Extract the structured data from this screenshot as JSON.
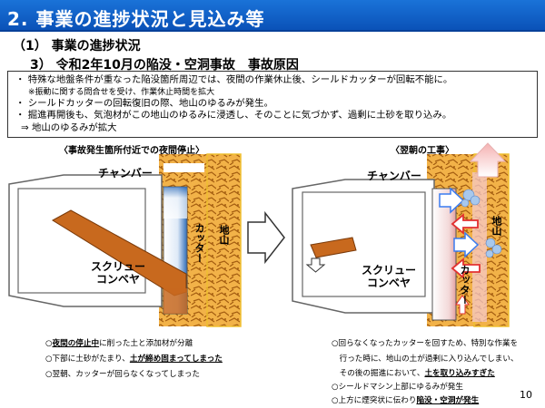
{
  "header": {
    "title": "2. 事業の進捗状況と見込み等"
  },
  "section": {
    "heading": "（1） 事業の進捗状況",
    "subheading": "3） 令和2年10月の陥没・空洞事故　事故原因"
  },
  "summary": {
    "line1": "・ 特殊な地盤条件が重なった陥没箇所周辺では、夜間の作業休止後、シールドカッターが回転不能に。",
    "line1_note": "※振動に関する問合せを受け、作業休止時間を拡大",
    "line2": "・ シールドカッターの回転復旧の際、地山のゆるみが発生。",
    "line3": "・ 掘進再開後も、気泡材がこの地山のゆるみに浸透し、そのことに気づかず、過剰に土砂を取り込み。",
    "line4": "⇒ 地山のゆるみが拡大"
  },
  "left_panel": {
    "caption": "〈事故発生箇所付近での夜間停止〉",
    "chamber": "チャンバー",
    "cutter": "カッター",
    "ground": "地山",
    "conveyor_line1": "スクリュー",
    "conveyor_line2": "コンベヤ",
    "notes": [
      {
        "pre": "○",
        "bold": "夜間の停止中",
        "post": "に削った土と添加材が分離",
        "bold2": "",
        "post2": ""
      },
      {
        "pre": "○下部に土砂がたまり、",
        "bold": "土が締め固まってしまった",
        "post": "",
        "bold2": "",
        "post2": ""
      },
      {
        "pre": "○翌朝、カッターが回らなくなってしまった",
        "bold": "",
        "post": "",
        "bold2": "",
        "post2": ""
      }
    ]
  },
  "right_panel": {
    "caption": "〈翌朝の工事〉",
    "chamber": "チャンバー",
    "cutter": "カッター",
    "ground": "地山",
    "conveyor_line1": "スクリュー",
    "conveyor_line2": "コンベヤ",
    "notes": [
      {
        "pre": "○回らなくなったカッターを回すため、特別な作業を",
        "bold": "",
        "post": ""
      },
      {
        "pre": "　行った時に、地山の土が過剰に入り込んでしまい、",
        "bold": "",
        "post": ""
      },
      {
        "pre": "　その後の掘進において、",
        "bold": "土を取り込みすぎた",
        "post": ""
      },
      {
        "pre": "○シールドマシン上部にゆるみが発生",
        "bold": "",
        "post": ""
      },
      {
        "pre": "○上方に煙突状に伝わり",
        "bold": "陥没・空洞が発生",
        "post": ""
      }
    ]
  },
  "page_number": "10",
  "colors": {
    "header": "#1060c8",
    "soil": "#e8a23a",
    "conveyor": "#c8691e",
    "cutter_shade": "#2d6bb8",
    "arrow_red": "#e23030",
    "arrow_blue": "#3a7cf0",
    "bubble": "#a8d4f0"
  }
}
